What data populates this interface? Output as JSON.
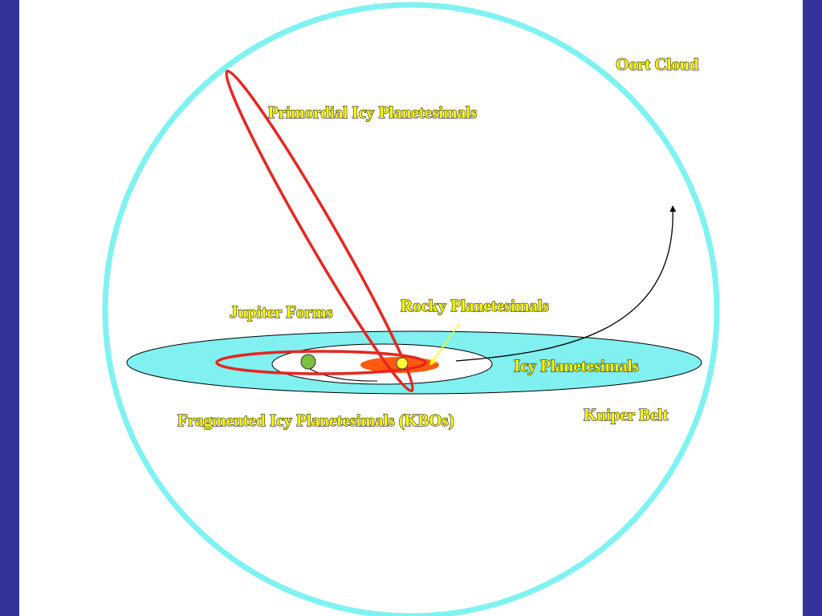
{
  "labels": {
    "oort_cloud": "Oort Cloud",
    "primordial": "Primordial Icy Planetesimals",
    "rocky": "Rocky Planetesimals",
    "jupiter": "Jupiter Forms",
    "icy": "Icy Planetesimals",
    "fragmented": "Fragmented Icy Planetesimals (KBOs)",
    "kuiper_belt": "Kuiper Belt"
  },
  "colors": {
    "background": "#333399",
    "slide": "#ffffff",
    "oort_sphere": "#7ff2f2",
    "kuiper_disk": "#80f0f0",
    "inner_disk": "#ffffff",
    "orbit": "#e8251f",
    "rocky_zone": "#ff5a10",
    "sun": "#ffff33",
    "jupiter": "#7cc040",
    "label_text": "#ffff00",
    "pointer": "#ffff00",
    "ejection_arrow": "#000000"
  },
  "icons": {
    "sun": "sun-icon",
    "jupiter": "jupiter-icon"
  }
}
